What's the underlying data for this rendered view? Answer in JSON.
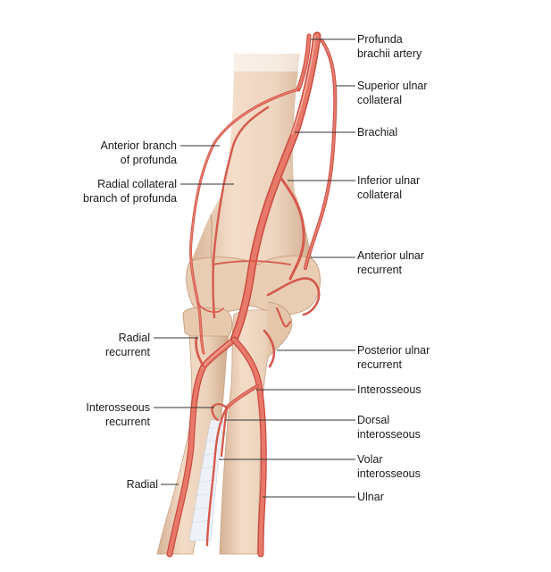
{
  "labels": {
    "profunda_brachii": {
      "line1": "Profunda",
      "line2": "brachii artery"
    },
    "superior_ulnar_collateral": {
      "line1": "Superior ulnar",
      "line2": "collateral"
    },
    "brachial": {
      "line1": "Brachial"
    },
    "inferior_ulnar_collateral": {
      "line1": "Inferior ulnar",
      "line2": "collateral"
    },
    "anterior_ulnar_recurrent": {
      "line1": "Anterior ulnar",
      "line2": "recurrent"
    },
    "posterior_ulnar_recurrent": {
      "line1": "Posterior ulnar",
      "line2": "recurrent"
    },
    "interosseous": {
      "line1": "Interosseous"
    },
    "dorsal_interosseous": {
      "line1": "Dorsal",
      "line2": "interosseous"
    },
    "volar_interosseous": {
      "line1": "Volar",
      "line2": "interosseous"
    },
    "ulnar": {
      "line1": "Ulnar"
    },
    "anterior_branch_profunda": {
      "line1": "Anterior branch",
      "line2": "of profunda"
    },
    "radial_collateral_profunda": {
      "line1": "Radial collateral",
      "line2": "branch of profunda"
    },
    "radial_recurrent": {
      "line1": "Radial",
      "line2": "recurrent"
    },
    "interosseous_recurrent": {
      "line1": "Interosseous",
      "line2": "recurrent"
    },
    "radial": {
      "line1": "Radial"
    }
  },
  "colors": {
    "bone": "#ecd3bd",
    "bone_shadow": "#d9b79b",
    "artery": "#e06e60",
    "artery_highlight": "#f4a79c",
    "artery_dark": "#c2493d",
    "membrane": "#e8edf4",
    "leader_line": "#333333"
  }
}
